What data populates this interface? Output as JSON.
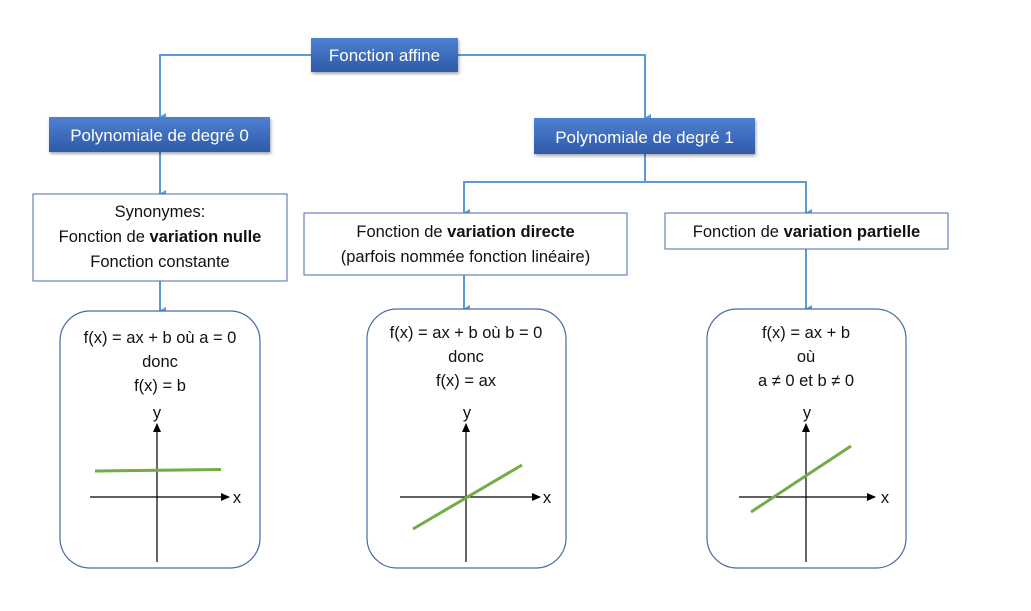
{
  "root": {
    "label": "Fonction affine"
  },
  "level1": [
    {
      "label": "Polynomiale de degré 0"
    },
    {
      "label": "Polynomiale de degré 1"
    }
  ],
  "nulle": {
    "line1": "Synonymes:",
    "line2_pre": "Fonction de ",
    "line2_bold": "variation nulle",
    "line3": "Fonction constante"
  },
  "directe": {
    "line1_pre": "Fonction de ",
    "line1_bold": "variation directe",
    "line2": "(parfois nommée fonction linéaire)"
  },
  "partielle": {
    "line1_pre": "Fonction de ",
    "line1_bold": "variation partielle"
  },
  "cards": [
    {
      "lines": [
        "f(x) = ax + b où a = 0",
        "donc",
        "f(x) = b"
      ],
      "y_label": "y",
      "x_label": "x"
    },
    {
      "lines": [
        "f(x) = ax + b où b = 0",
        "donc",
        "f(x) = ax"
      ],
      "y_label": "y",
      "x_label": "x"
    },
    {
      "lines": [
        "f(x) = ax + b",
        "où",
        "a ≠ 0 et b ≠ 0"
      ],
      "y_label": "y",
      "x_label": "x"
    }
  ],
  "colors": {
    "connector": "#5b9bd5",
    "header": "#3f6fc0",
    "graph_line": "#70ad47",
    "card_border": "#4a6aa5"
  }
}
